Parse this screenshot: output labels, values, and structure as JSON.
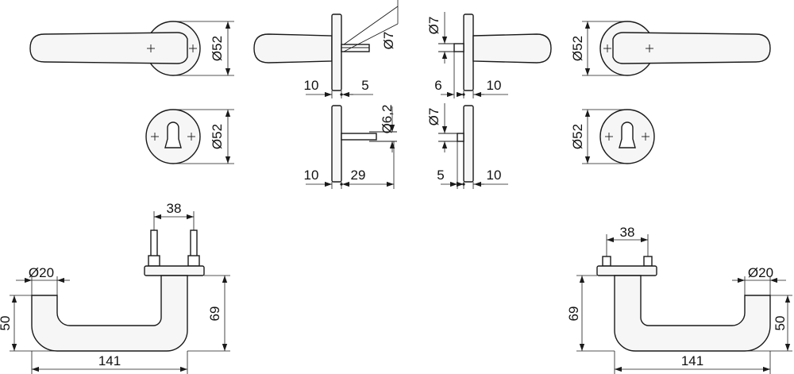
{
  "dimensions": {
    "rose_dia_1": "Ø52",
    "rose_dia_2": "Ø7",
    "rose_dia_3": "Ø7",
    "rose_dia_4": "Ø52",
    "esc_dia_1": "Ø52",
    "esc_dia_2": "Ø6,2",
    "esc_dia_3": "Ø7",
    "esc_dia_4": "Ø52",
    "side_a_left": "10",
    "side_a_right": "5",
    "side_b_left": "6",
    "side_b_right": "10",
    "side_c_left": "10",
    "side_c_right": "29",
    "side_d_left": "5",
    "side_d_right": "10",
    "lever_left_pin_spacing": "38",
    "lever_left_grip_dia": "Ø20",
    "lever_left_depth": "50",
    "lever_left_height": "69",
    "lever_left_length": "141",
    "lever_right_pin_spacing": "38",
    "lever_right_grip_dia": "Ø20",
    "lever_right_depth": "50",
    "lever_right_height": "69",
    "lever_right_length": "141"
  }
}
